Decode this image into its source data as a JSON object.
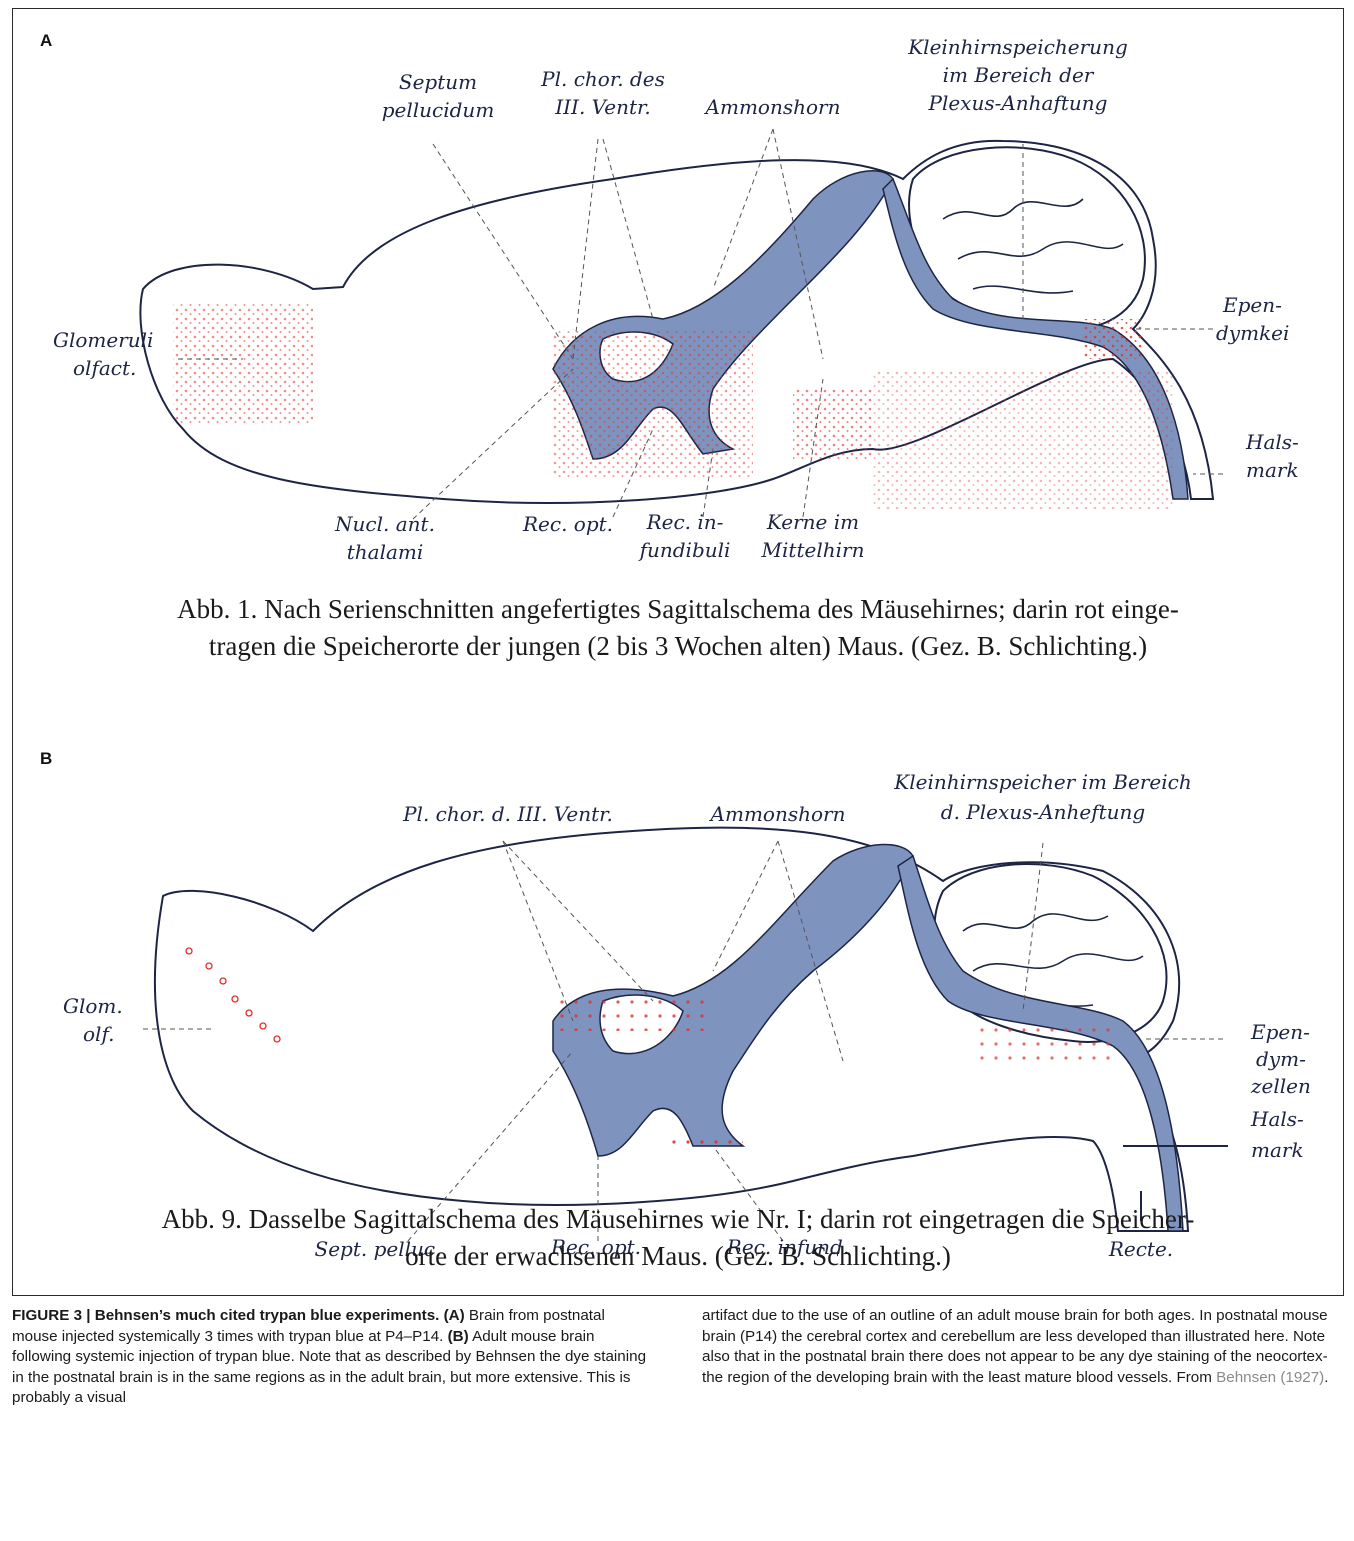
{
  "panel_a": {
    "letter": "A",
    "labels": {
      "septum_1": "Septum",
      "septum_2": "pellucidum",
      "plchor_1": "Pl. chor. des",
      "plchor_2": "III. Ventr.",
      "ammonshorn": "Ammonshorn",
      "kleinhirn_1": "Kleinhirnspeicherung",
      "kleinhirn_2": "im Bereich der",
      "kleinhirn_3": "Plexus-Anhaftung",
      "glomeruli_1": "Glomeruli",
      "glomeruli_2": "olfact.",
      "ependymkei_1": "Epen-",
      "ependymkei_2": "dymkei",
      "halsmark_1": "Hals-",
      "halsmark_2": "mark",
      "nucl_1": "Nucl. ant.",
      "nucl_2": "thalami",
      "recopt": "Rec. opt.",
      "recinf_1": "Rec. in-",
      "recinf_2": "fundibuli",
      "kerne_1": "Kerne im",
      "kerne_2": "Mittelhirn"
    },
    "caption_line1": "Abb. 1. Nach Serienschnitten angefertigtes Sagittalschema des Mäusehirnes; darin rot einge-",
    "caption_line2": "tragen die Speicherorte der jungen (2 bis 3 Wochen alten) Maus. (Gez. B. Schlichting.)"
  },
  "panel_b": {
    "letter": "B",
    "labels": {
      "plchor": "Pl. chor. d. III. Ventr.",
      "ammonshorn": "Ammonshorn",
      "kleinhirn_1": "Kleinhirnspeicher im Bereich",
      "kleinhirn_2": "d. Plexus-Anheftung",
      "glom_1": "Glom.",
      "glom_2": "olf.",
      "ependym_1": "Epen-",
      "ependym_2": "dym-",
      "ependym_3": "zellen",
      "halsmark_1": "Hals-",
      "halsmark_2": "mark",
      "sept": "Sept. pelluc.",
      "recopt": "Rec. opt.",
      "recinf": "Rec. infund.",
      "recte": "Recte."
    },
    "caption_line1": "Abb. 9. Dasselbe Sagittalschema des Mäusehirnes wie Nr. I; darin rot eingetragen die Speicher-",
    "caption_line2": "orte der erwachsenen Maus. (Gez. B. Schlichting.)"
  },
  "caption": {
    "title": "FIGURE 3 | Behnsen’s much cited trypan blue experiments.",
    "a_tag": "(A)",
    "a_text": " Brain from postnatal mouse injected systemically 3 times with trypan blue at P4–P14. ",
    "b_tag": "(B)",
    "b_text": " Adult mouse brain following systemic injection of trypan blue. Note that as described by Behnsen the dye staining in the postnatal brain is in the same regions as in the adult brain, but more extensive. This is probably a visual",
    "right_text": "artifact due to the use of an outline of an adult mouse brain for both ages. In postnatal mouse brain (P14) the cerebral cortex and cerebellum are less developed than illustrated here. Note also that in the postnatal brain there does not appear to be any dye staining of the neocortex-the region of the developing brain with the least mature blood vessels. From ",
    "ref": "Behnsen (1927)",
    "end": "."
  },
  "colors": {
    "ventricle_blue": "#7f93bf",
    "dye_red": "#e0302a",
    "outline": "#1d2545"
  }
}
